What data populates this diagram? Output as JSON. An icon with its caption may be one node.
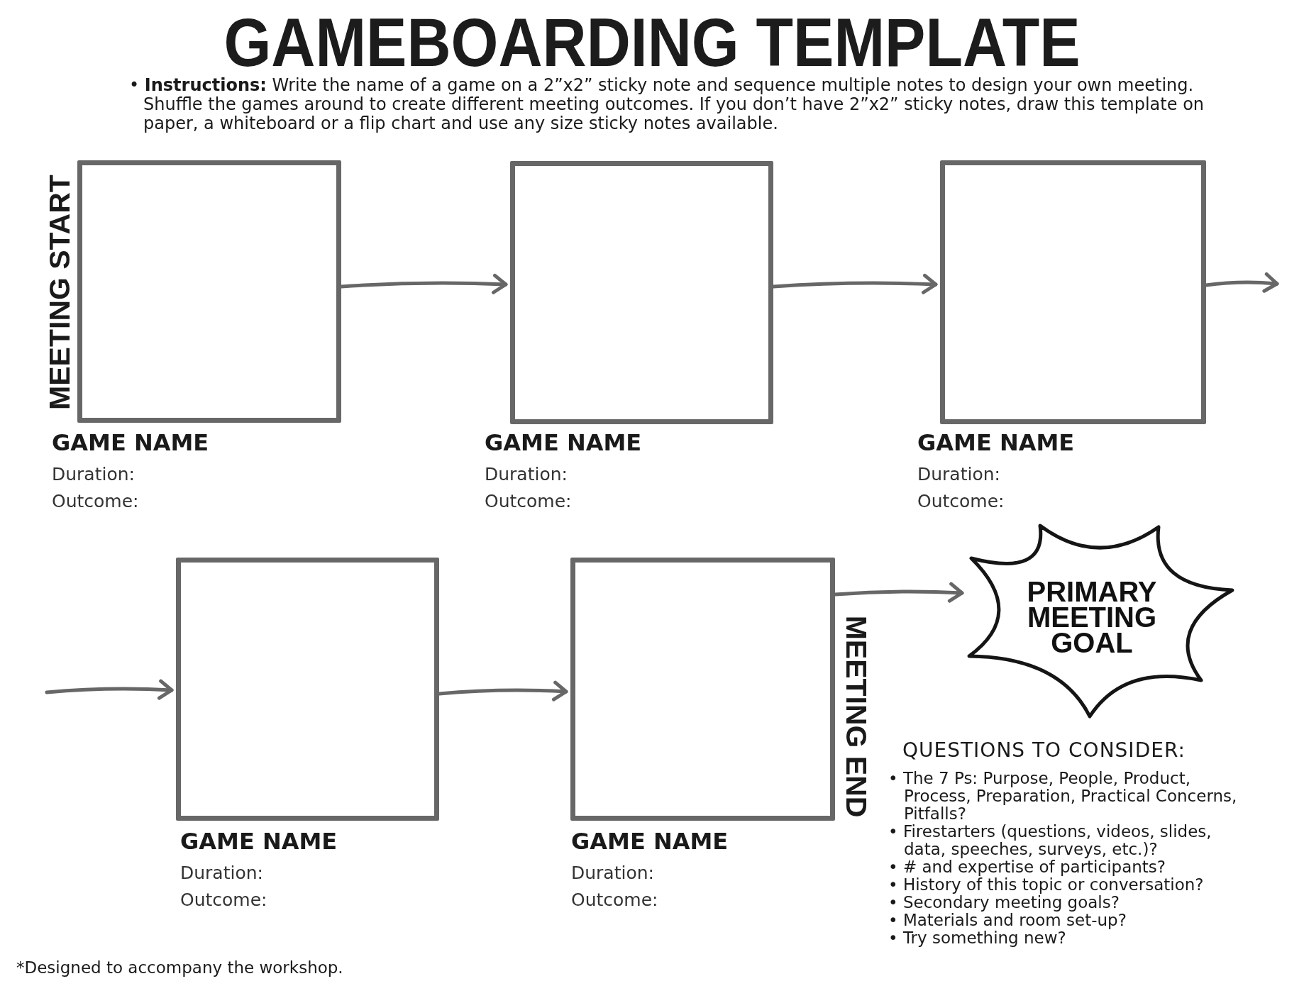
{
  "diagram": {
    "title": "GAMEBOARDING TEMPLATE",
    "nodes": [
      {
        "text": [],
        "shape": "box",
        "beside": [
          "GAME NAME",
          "Duration:",
          "Outcome:"
        ]
      },
      {
        "text": [],
        "shape": "box",
        "beside": [
          "GAME NAME",
          "Duration:",
          "Outcome:"
        ]
      },
      {
        "text": [],
        "shape": "box",
        "beside": [
          "GAME NAME",
          "Duration:",
          "Outcome:"
        ]
      },
      {
        "text": [],
        "shape": "box",
        "beside": [
          "GAME NAME",
          "Duration:",
          "Outcome:"
        ]
      },
      {
        "text": [],
        "shape": "box",
        "beside": [
          "GAME NAME",
          "Duration:",
          "Outcome:"
        ]
      },
      {
        "text": [
          "PRIMARY MEETING GOAL"
        ]
      }
    ],
    "edges": [
      {
        "from": 0,
        "to": 1,
        "arrow": "to"
      },
      {
        "from": 1,
        "to": 2,
        "arrow": "to"
      },
      {
        "from": 2,
        "to": null,
        "arrow": "to"
      },
      {
        "from": null,
        "to": 3,
        "arrow": "to"
      },
      {
        "from": 3,
        "to": 4,
        "arrow": "to"
      },
      {
        "from": 4,
        "to": 5,
        "arrow": "to"
      }
    ],
    "labels": [
      "• **Instructions:** Write the name of a game on a 2”x2” sticky note and sequence multiple notes to design your own meeting. Shuffle the games around to create different meeting outcomes. If you don’t have 2”x2” sticky notes, draw this template on paper, a whiteboard or a flip chart and use any size sticky notes available.",
      "MEETING START",
      "MEETING END",
      "QUESTIONS TO CONSIDER:",
      "• The 7 Ps: Purpose, People, Product, Process, Preparation, Practical Concerns, Pitfalls?",
      "• Firestarters (questions, videos, slides, data, speeches, surveys, etc.)?",
      "• # and expertise of participants?",
      "• History of this topic or conversation?",
      "• Secondary meeting goals?",
      "• Materials and room set-up?",
      "• Try something new?",
      "*Designed to accompany the workshop."
    ]
  }
}
